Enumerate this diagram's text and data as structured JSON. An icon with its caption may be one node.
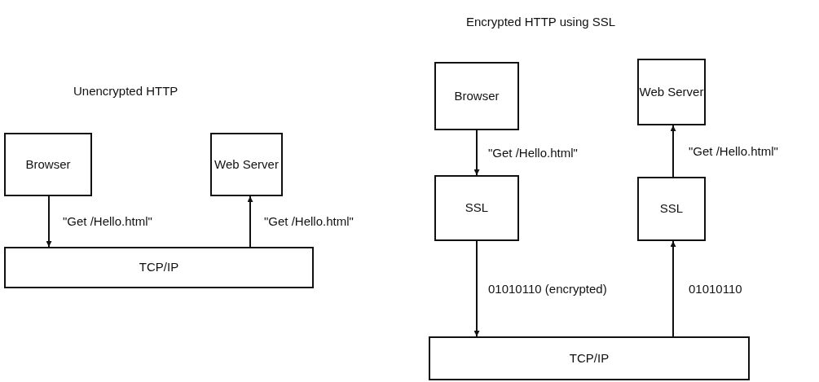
{
  "diagram": {
    "nodes": [
      {
        "text": [
          "Browser"
        ]
      },
      {
        "text": [
          "Web Server"
        ]
      },
      {
        "text": [
          "TCP/IP"
        ]
      },
      {
        "text": [
          "Browser"
        ]
      },
      {
        "text": [
          "Web Server"
        ]
      },
      {
        "text": [
          "SSL"
        ]
      },
      {
        "text": [
          "SSL"
        ]
      },
      {
        "text": [
          "TCP/IP"
        ]
      }
    ],
    "edges": [
      {
        "from": 0,
        "to": 2,
        "arrow": "to",
        "label": "\"Get /Hello.html\""
      },
      {
        "from": 2,
        "to": 1,
        "arrow": "to",
        "label": "\"Get /Hello.html\""
      },
      {
        "from": 3,
        "to": 5,
        "arrow": "to",
        "label": "\"Get /Hello.html\""
      },
      {
        "from": 6,
        "to": 4,
        "arrow": "to",
        "label": "\"Get /Hello.html\""
      },
      {
        "from": 5,
        "to": 7,
        "arrow": "to",
        "label": "01010110 (encrypted)"
      },
      {
        "from": 7,
        "to": 6,
        "arrow": "to",
        "label": "01010110"
      }
    ],
    "labels": [
      "Encrypted HTTP using SSL",
      "Unencrypted HTTP"
    ]
  }
}
